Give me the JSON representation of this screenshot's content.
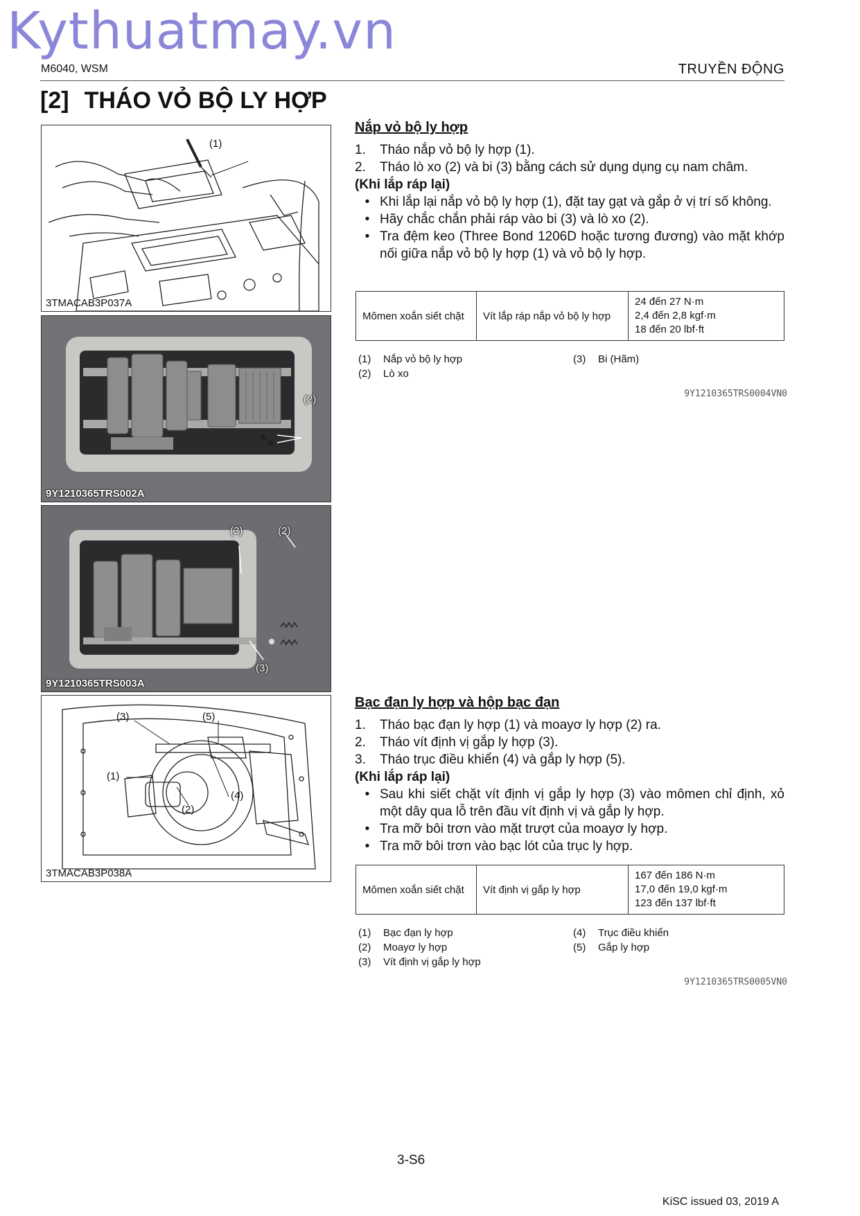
{
  "watermark": "Kythuatmay.vn",
  "header": {
    "model": "M6040, WSM",
    "chapter": "TRUYỀN ĐỘNG"
  },
  "title": {
    "number": "[2]",
    "text": "THÁO VỎ BỘ LY HỢP"
  },
  "figures": [
    {
      "label": "3TMACAB3P037A",
      "callouts": [
        "(1)"
      ]
    },
    {
      "label": "9Y1210365TRS002A",
      "callouts": [
        "(2)"
      ]
    },
    {
      "label": "9Y1210365TRS003A",
      "callouts": [
        "(3)",
        "(2)",
        "(3)"
      ]
    },
    {
      "label": "3TMACAB3P038A",
      "callouts": [
        "(3)",
        "(5)",
        "(1)",
        "(4)",
        "(2)"
      ]
    }
  ],
  "section1": {
    "title": "Nắp vỏ bộ ly hợp",
    "steps": [
      {
        "num": "1.",
        "text": "Tháo nắp vỏ bộ ly hợp (1)."
      },
      {
        "num": "2.",
        "text": "Tháo lò xo (2) và bi (3) bằng cách sử dụng dụng cụ nam châm."
      }
    ],
    "reassembly_title": "(Khi lắp ráp lại)",
    "bullets": [
      "Khi lắp lại nắp vỏ bộ ly hợp (1), đặt tay gạt và gắp ở vị trí số không.",
      "Hãy chắc chắn phải ráp vào bi (3) và lò xo (2).",
      "Tra đệm keo (Three Bond 1206D hoặc tương đương) vào mặt khớp nối giữa nắp vỏ bộ ly hợp (1) và vỏ bộ ly hợp."
    ],
    "torque": {
      "label": "Mômen xoắn siết chặt",
      "item": "Vít lắp ráp nắp vỏ bộ ly hợp",
      "values": [
        "24 đến 27 N·m",
        "2,4 đến 2,8 kgf·m",
        "18 đến 20 lbf·ft"
      ]
    },
    "legend": [
      {
        "num": "(1)",
        "text": "Nắp vỏ bộ ly hợp"
      },
      {
        "num": "(2)",
        "text": "Lò xo"
      },
      {
        "num": "(3)",
        "text": "Bi (Hãm)"
      }
    ],
    "code": "9Y1210365TRS0004VN0"
  },
  "section2": {
    "title": "Bạc đạn ly hợp và hộp bạc đạn",
    "steps": [
      {
        "num": "1.",
        "text": "Tháo bạc đạn ly hợp (1) và moayơ ly hợp (2) ra."
      },
      {
        "num": "2.",
        "text": "Tháo vít định vị gắp ly hợp (3)."
      },
      {
        "num": "3.",
        "text": "Tháo trục điều khiển (4) và gắp ly hợp (5)."
      }
    ],
    "reassembly_title": "(Khi lắp ráp lại)",
    "bullets": [
      "Sau khi siết chặt vít định vị gắp ly hợp (3) vào mômen chỉ định, xỏ một dây qua lỗ trên đầu vít định vị và gắp ly hợp.",
      "Tra mỡ bôi trơn vào mặt trượt của moayơ ly hợp.",
      "Tra mỡ bôi trơn vào bạc lót của trục ly hợp."
    ],
    "torque": {
      "label": "Mômen xoắn siết chặt",
      "item": "Vít định vị gắp ly hợp",
      "values": [
        "167 đến 186 N·m",
        "17,0 đến 19,0 kgf·m",
        "123 đến 137 lbf·ft"
      ]
    },
    "legend": [
      {
        "num": "(1)",
        "text": "Bạc đạn ly hợp"
      },
      {
        "num": "(2)",
        "text": "Moayơ ly hợp"
      },
      {
        "num": "(3)",
        "text": "Vít định vị gắp ly hợp"
      },
      {
        "num": "(4)",
        "text": "Trục điều khiển"
      },
      {
        "num": "(5)",
        "text": "Gắp ly hợp"
      }
    ],
    "code": "9Y1210365TRS0005VN0"
  },
  "footer": {
    "page": "3-S6",
    "issued": "KiSC issued 03, 2019 A"
  }
}
